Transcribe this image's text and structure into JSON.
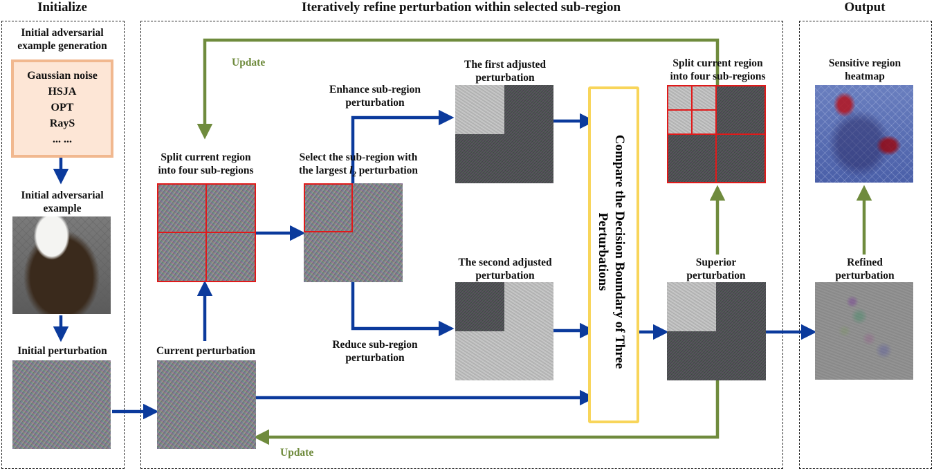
{
  "sections": {
    "initialize": "Initialize",
    "refine": "Iteratively refine perturbation within selected sub-region",
    "output": "Output"
  },
  "init": {
    "generation_title": [
      "Initial adversarial",
      "example generation"
    ],
    "methods": [
      "Gaussian noise",
      "HSJA",
      "OPT",
      "RayS",
      "... ..."
    ],
    "example_label": [
      "Initial adversarial",
      "example"
    ],
    "perturbation_label": "Initial perturbation"
  },
  "refine": {
    "update_top": "Update",
    "update_bottom": "Update",
    "split_label": [
      "Split current region",
      "into four sub-regions"
    ],
    "select_label": [
      "Select the sub-region with",
      "the largest ",
      "l",
      "2",
      " perturbation"
    ],
    "current_label": "Current perturbation",
    "enhance_label": [
      "Enhance sub-region",
      "perturbation"
    ],
    "reduce_label": [
      "Reduce sub-region",
      "perturbation"
    ],
    "first_label": [
      "The first adjusted",
      "perturbation"
    ],
    "second_label": [
      "The second adjusted",
      "perturbation"
    ],
    "compare_label": [
      "Compare the Decision Boundary of Three",
      "Perturbations"
    ],
    "split_right_label": [
      "Split current region",
      "into four sub-regions"
    ],
    "superior_label": [
      "Superior",
      "perturbation"
    ]
  },
  "output": {
    "heatmap_label": [
      "Sensitive region",
      "heatmap"
    ],
    "refined_label": [
      "Refined",
      "perturbation"
    ]
  },
  "colors": {
    "blue_arrow": "#0b3a9c",
    "green_arrow": "#6f8b3d",
    "red_grid": "#e01a1a",
    "orange_box_border": "#f1b88f",
    "orange_box_fill": "#fde6d6",
    "yellow_box_border": "#f8d55a"
  }
}
